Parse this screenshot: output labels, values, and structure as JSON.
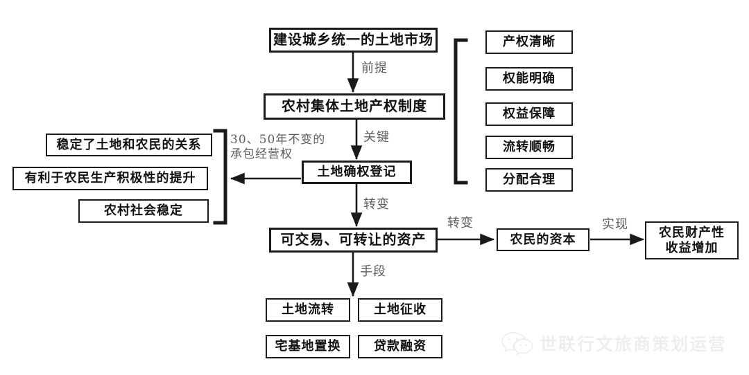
{
  "diagram": {
    "title_node": {
      "label": "建设城乡统一的土地市场"
    },
    "main_chain": [
      {
        "id": "land-market",
        "label": "建设城乡统一的土地市场"
      },
      {
        "id": "property-system",
        "label": "农村集体土地产权制度"
      },
      {
        "id": "land-registration",
        "label": "土地确权登记"
      },
      {
        "id": "tradable-asset",
        "label": "可交易、可转让的资产"
      }
    ],
    "chain_edge_labels": [
      {
        "id": "premise",
        "label": "前提"
      },
      {
        "id": "key",
        "label": "关键"
      },
      {
        "id": "transform",
        "label": "转变"
      },
      {
        "id": "means",
        "label": "手段"
      }
    ],
    "right_group": {
      "bracket": "left-curly-bracket",
      "items": [
        {
          "id": "clear-rights",
          "label": "产权清晰"
        },
        {
          "id": "defined-powers",
          "label": "权能明确"
        },
        {
          "id": "rights-guarantee",
          "label": "权益保障"
        },
        {
          "id": "smooth-transfer",
          "label": "流转顺畅"
        },
        {
          "id": "fair-allocation",
          "label": "分配合理"
        }
      ]
    },
    "left_group": {
      "bracket": "right-curly-bracket",
      "edge_label_lines": [
        "30、50年不变的",
        "承包经营权"
      ],
      "items": [
        {
          "id": "stable-relation",
          "label": "稳定了土地和农民的关系"
        },
        {
          "id": "boost-enthusiasm",
          "label": "有利于农民生产积极性的提升"
        },
        {
          "id": "rural-stability",
          "label": "农村社会稳定"
        }
      ]
    },
    "right_chain": {
      "edge_labels": [
        {
          "id": "transform-2",
          "label": "转变"
        },
        {
          "id": "realize",
          "label": "实现"
        }
      ],
      "items": [
        {
          "id": "farmer-capital",
          "label": "农民的资本"
        },
        {
          "id": "property-income",
          "label": "农民财产性\n收益增加",
          "line1": "农民财产性",
          "line2": "收益增加"
        }
      ]
    },
    "means_group": {
      "items": [
        {
          "id": "land-transfer",
          "label": "土地流转"
        },
        {
          "id": "land-requisition",
          "label": "土地征收"
        },
        {
          "id": "homestead-swap",
          "label": "宅基地置换"
        },
        {
          "id": "loan-financing",
          "label": "贷款融资"
        }
      ]
    },
    "watermark": {
      "icon": "wechat-icon",
      "text": "世联行文旅商策划运营"
    },
    "colors": {
      "stroke": "#1a1a1a",
      "label_text": "#5e5e5e",
      "background": "#ffffff",
      "watermark": "#ececec"
    }
  }
}
